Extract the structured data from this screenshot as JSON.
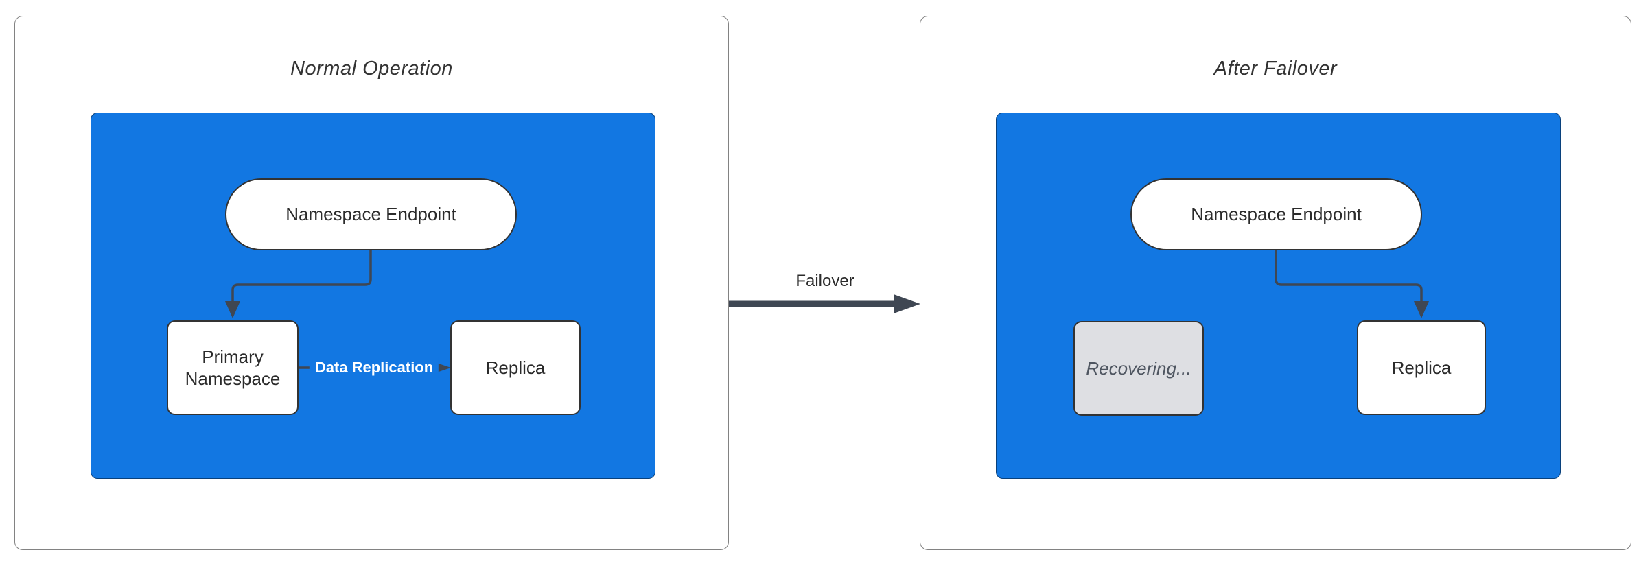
{
  "diagram": {
    "left_panel": {
      "title": "Normal Operation",
      "endpoint_label": "Namespace Endpoint",
      "primary_label": "Primary Namespace",
      "replica_label": "Replica",
      "replication_edge_label": "Data Replication"
    },
    "transition": {
      "label": "Failover"
    },
    "right_panel": {
      "title": "After Failover",
      "endpoint_label": "Namespace Endpoint",
      "recovering_label": "Recovering...",
      "replica_label": "Replica"
    },
    "colors": {
      "container_fill": "#1277e2",
      "node_fill": "#ffffff",
      "node_border": "#333333",
      "node_text": "#2b2b2b",
      "edge": "#3f4753",
      "recovering_fill": "#dedfe3",
      "recovering_text": "#4e5560",
      "title_text": "#333333",
      "edge_label_text": "#ffffff",
      "panel_border": "#828282",
      "page_bg": "#ffffff"
    }
  }
}
